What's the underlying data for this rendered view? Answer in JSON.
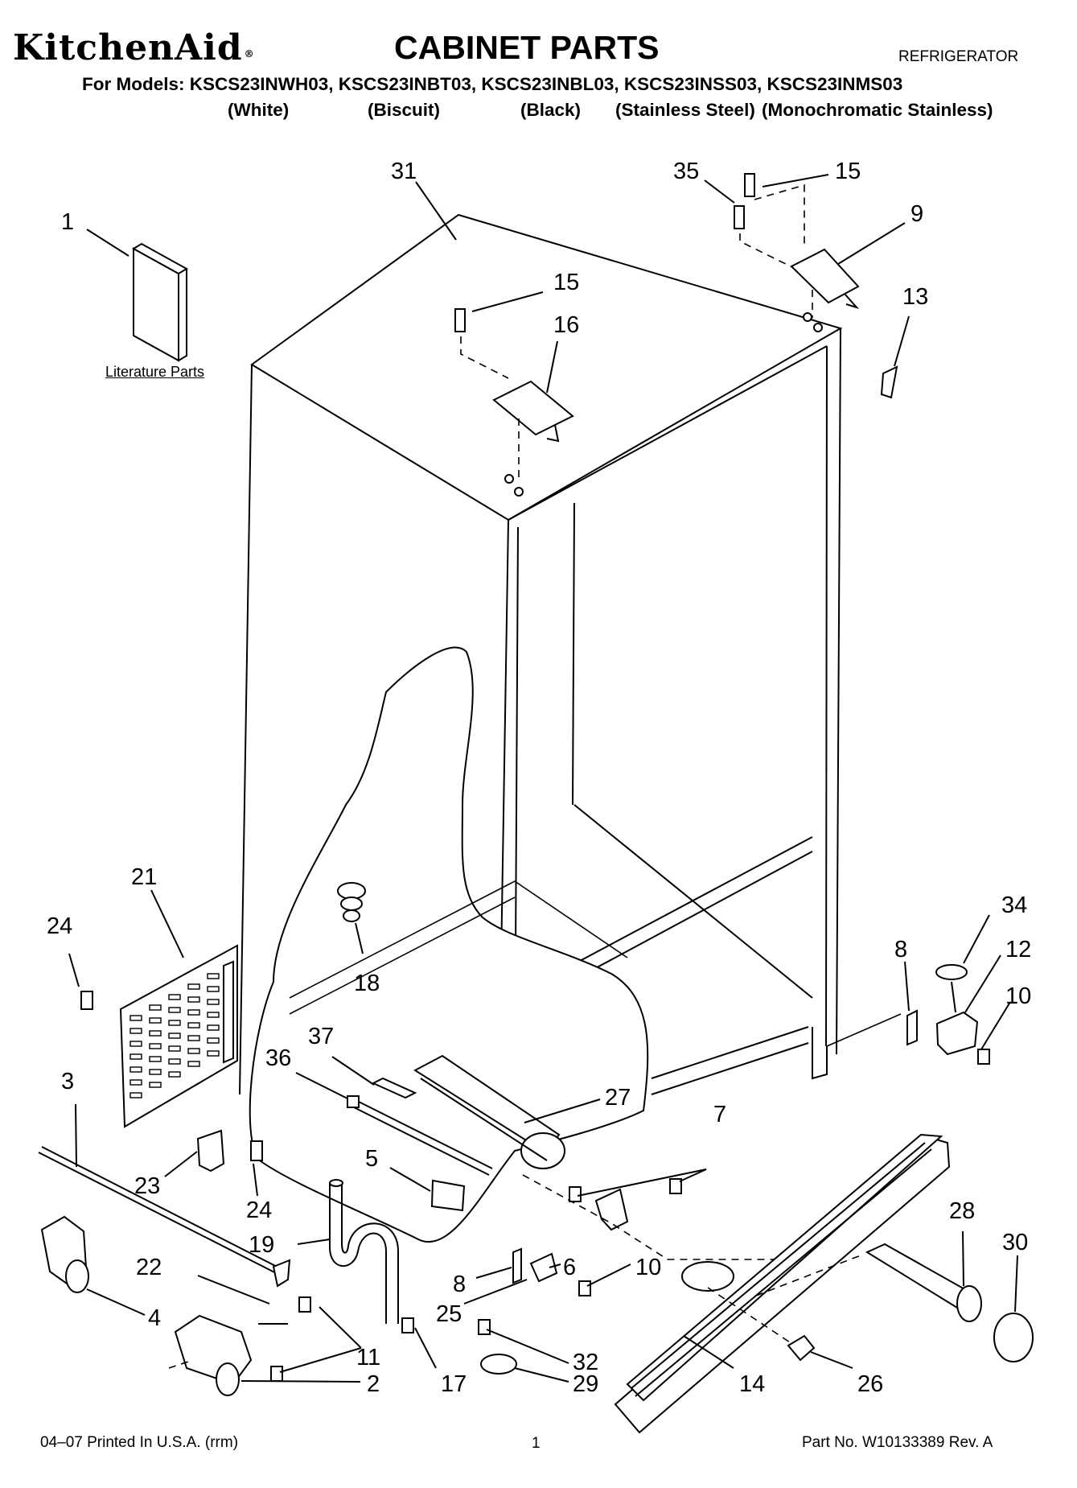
{
  "header": {
    "brand": "KitchenAid",
    "brand_mark": "®",
    "title": "CABINET PARTS",
    "subtitle": "REFRIGERATOR",
    "models_line": "For Models: KSCS23INWH03, KSCS23INBT03, KSCS23INBL03, KSCS23INSS03, KSCS23INMS03",
    "variants": [
      "(White)",
      "(Biscuit)",
      "(Black)",
      "(Stainless Steel)",
      "(Monochromatic Stainless)"
    ]
  },
  "diagram": {
    "literature_label": "Literature Parts",
    "callouts": [
      "1",
      "31",
      "35",
      "15",
      "9",
      "15",
      "16",
      "13",
      "21",
      "24",
      "18",
      "8",
      "34",
      "12",
      "10",
      "37",
      "36",
      "27",
      "7",
      "3",
      "23",
      "24",
      "5",
      "19",
      "28",
      "30",
      "22",
      "8",
      "6",
      "10",
      "4",
      "25",
      "11",
      "32",
      "2",
      "17",
      "29",
      "14",
      "26"
    ]
  },
  "footer": {
    "left": "04–07 Printed In U.S.A. (rrm)",
    "page": "1",
    "right": "Part No. W10133389 Rev. A"
  }
}
